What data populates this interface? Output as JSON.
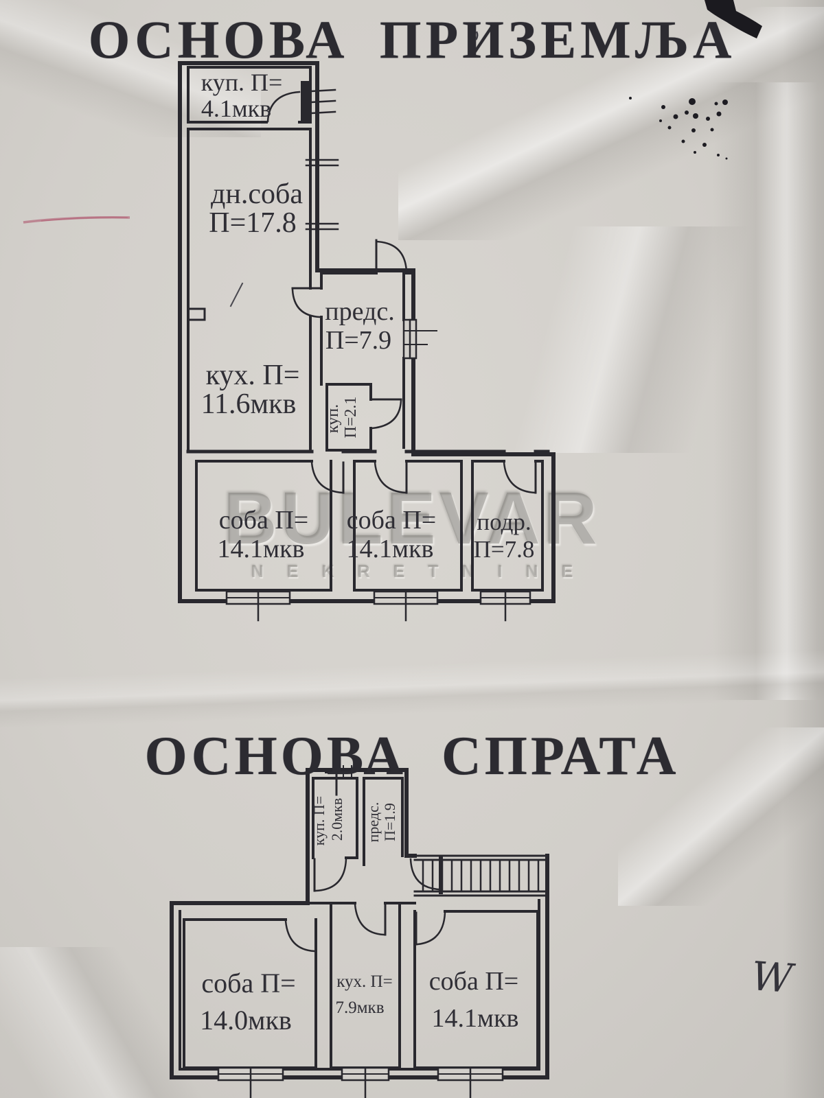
{
  "page": {
    "titles": {
      "ground": "ОСНОВА ПРИЗЕМЉА",
      "upper": "ОСНОВА СПРАТА"
    },
    "watermark": {
      "brand": "BULEVAR",
      "subtitle": "NEKRETNINE"
    },
    "handwritten_mark": "W"
  },
  "colors": {
    "ink": "#29282e",
    "paper": "#d2cfca",
    "watermark": "#7c7975",
    "pencil_line": "#a83e5c"
  },
  "ground_floor": {
    "rooms": {
      "bathroom_top": {
        "line1": "куп. П=",
        "line2": "4.1мкв"
      },
      "living_room": {
        "line1": "дн.соба",
        "line2": "П=17.8"
      },
      "hallway": {
        "line1": "предс.",
        "line2": "П=7.9"
      },
      "kitchen": {
        "line1": "кух. П=",
        "line2": "11.6мкв"
      },
      "bathroom_small": {
        "line1": "куп.",
        "line2": "П=2.1"
      },
      "room_1": {
        "line1": "соба П=",
        "line2": "14.1мкв"
      },
      "room_2": {
        "line1": "соба П=",
        "line2": "14.1мкв"
      },
      "pantry": {
        "line1": "подр.",
        "line2": "П=7.8"
      }
    }
  },
  "upper_floor": {
    "rooms": {
      "bathroom": {
        "line1": "куп. П=",
        "line2": "2.0мкв"
      },
      "hallway": {
        "line1": "предс.",
        "line2": "П=1.9"
      },
      "room_1": {
        "line1": "соба П=",
        "line2": "14.0мкв"
      },
      "kitchen": {
        "line1": "кух. П=",
        "line2": "7.9мкв"
      },
      "room_2": {
        "line1": "соба П=",
        "line2": "14.1мкв"
      }
    }
  }
}
